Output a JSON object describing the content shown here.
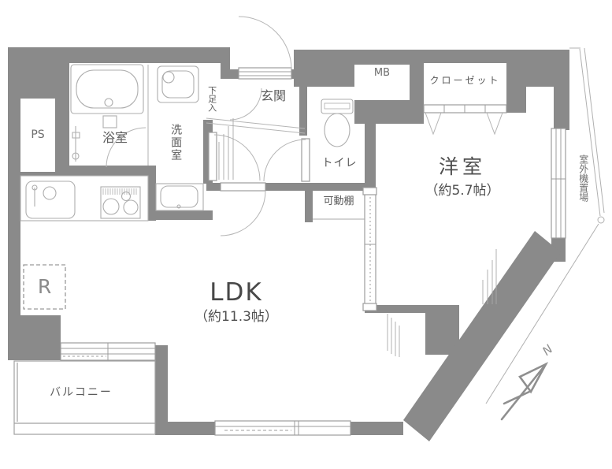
{
  "plan": {
    "rooms": {
      "ps": {
        "label": "PS"
      },
      "bathroom": {
        "label": "浴室"
      },
      "washroom": {
        "label": "洗面室"
      },
      "shoe_cabinet": {
        "label": "下足入"
      },
      "entrance": {
        "label": "玄関"
      },
      "meter_box": {
        "label": "MB"
      },
      "closet": {
        "label": "クローゼット"
      },
      "western_room": {
        "label": "洋室",
        "size": "（約5.7帖）"
      },
      "toilet": {
        "label": "トイレ"
      },
      "movable_shelf": {
        "label": "可動棚"
      },
      "ldk": {
        "label": "LDK",
        "size": "（約11.3帖）"
      },
      "balcony": {
        "label": "バルコニー"
      },
      "outdoor_unit_space": {
        "label": "室外機置場"
      },
      "refrigerator": {
        "label": "R"
      }
    },
    "compass": {
      "north_label": "N"
    },
    "colors": {
      "wall": "#8a8a8a",
      "fixture_line": "#adadad",
      "door_arc": "#b5b5b5",
      "compass": "#8f8f8f",
      "text": "#5a5a5a"
    }
  }
}
